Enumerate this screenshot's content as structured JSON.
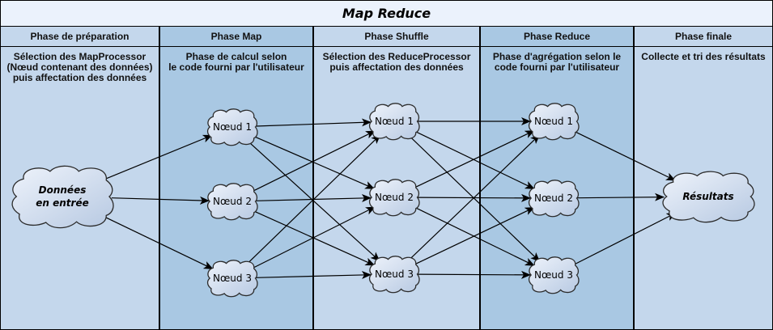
{
  "title": "Map Reduce",
  "colors": {
    "title_bg": "#ebf2fc",
    "column_light": "#c4d7ec",
    "column_dark": "#a9c8e3",
    "cloud_fill_start": "#eef3fb",
    "cloud_fill_end": "#b7c9e2",
    "stroke": "#000000"
  },
  "phases": [
    {
      "id": "preparation",
      "label": "Phase de préparation",
      "description": "Sélection des MapProcessor\n(Nœud contenant des données)\npuis affectation des données",
      "shade": "light"
    },
    {
      "id": "map",
      "label": "Phase Map",
      "description": "Phase de calcul selon\nle code fourni par l'utilisateur",
      "shade": "dark"
    },
    {
      "id": "shuffle",
      "label": "Phase Shuffle",
      "description": "Sélection des ReduceProcessor\npuis affectation des données",
      "shade": "light"
    },
    {
      "id": "reduce",
      "label": "Phase Reduce",
      "description": "Phase d'agrégation selon le\ncode fourni par l'utilisateur",
      "shade": "dark"
    },
    {
      "id": "finale",
      "label": "Phase finale",
      "description": "Collecte et tri des résultats",
      "shade": "light"
    }
  ],
  "nodes": [
    {
      "id": "input",
      "label_lines": [
        "Données",
        "en entrée"
      ],
      "style": "big",
      "phase": "preparation"
    },
    {
      "id": "map1",
      "label": "Nœud 1",
      "phase": "map"
    },
    {
      "id": "map2",
      "label": "Nœud 2",
      "phase": "map"
    },
    {
      "id": "map3",
      "label": "Nœud 3",
      "phase": "map"
    },
    {
      "id": "shuf1",
      "label": "Nœud 1",
      "phase": "shuffle"
    },
    {
      "id": "shuf2",
      "label": "Nœud 2",
      "phase": "shuffle"
    },
    {
      "id": "shuf3",
      "label": "Nœud 3",
      "phase": "shuffle"
    },
    {
      "id": "red1",
      "label": "Nœud 1",
      "phase": "reduce"
    },
    {
      "id": "red2",
      "label": "Nœud 2",
      "phase": "reduce"
    },
    {
      "id": "red3",
      "label": "Nœud 3",
      "phase": "reduce"
    },
    {
      "id": "output",
      "label": "Résultats",
      "style": "big",
      "phase": "finale"
    }
  ],
  "edges": [
    [
      "input",
      "map1"
    ],
    [
      "input",
      "map2"
    ],
    [
      "input",
      "map3"
    ],
    [
      "map1",
      "shuf1"
    ],
    [
      "map1",
      "shuf2"
    ],
    [
      "map1",
      "shuf3"
    ],
    [
      "map2",
      "shuf1"
    ],
    [
      "map2",
      "shuf2"
    ],
    [
      "map2",
      "shuf3"
    ],
    [
      "map3",
      "shuf1"
    ],
    [
      "map3",
      "shuf2"
    ],
    [
      "map3",
      "shuf3"
    ],
    [
      "shuf1",
      "red1"
    ],
    [
      "shuf1",
      "red2"
    ],
    [
      "shuf1",
      "red3"
    ],
    [
      "shuf2",
      "red1"
    ],
    [
      "shuf2",
      "red2"
    ],
    [
      "shuf2",
      "red3"
    ],
    [
      "shuf3",
      "red1"
    ],
    [
      "shuf3",
      "red2"
    ],
    [
      "shuf3",
      "red3"
    ],
    [
      "red1",
      "output"
    ],
    [
      "red2",
      "output"
    ],
    [
      "red3",
      "output"
    ]
  ]
}
